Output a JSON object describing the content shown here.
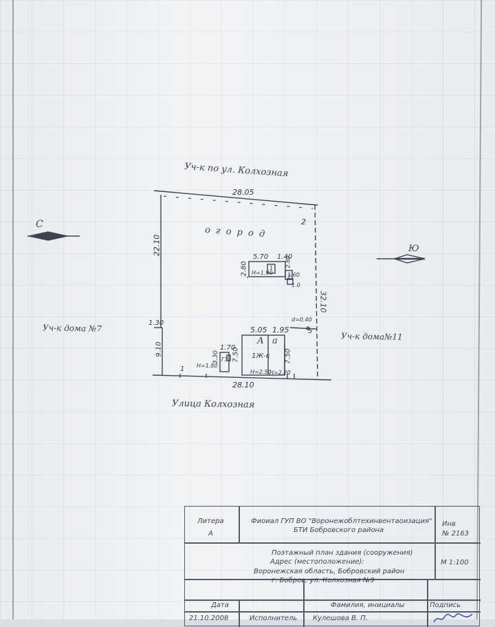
{
  "plan": {
    "top_label": "Уч-к по ул. Колхозная",
    "bottom_label": "Улица Колхозная",
    "left_label": "Уч-к дома №7",
    "right_label": "Уч-к дома№11",
    "north": "С",
    "south": "Ю",
    "garden": "о г о р о д",
    "dim_top": "28.05",
    "dim_bottom": "28.10",
    "dim_left_upper": "22.10",
    "dim_left_step": "1.30",
    "dim_left_lower": "9.10",
    "dim_right": "32.10",
    "num_2": "2",
    "num_1": "1",
    "num_5": "5",
    "d_note": "d=0.40",
    "shed": {
      "w1": "5.70",
      "w2": "1.40",
      "h_left": "2.80",
      "h_inner": "2.80",
      "h_small": "1.60",
      "h_note": "H=1.90",
      "bottom": "1.0",
      "label_1": "1",
      "label_2": "2"
    },
    "house": {
      "w1": "5.05",
      "w2": "1.95",
      "h_left": "7.50",
      "h_right": "7.50",
      "letter_A": "А",
      "letter_a": "а",
      "type": "1Ж-к",
      "h_note": "H=2.50",
      "h_note2": "H=2.20"
    },
    "garage": {
      "w": "1.70",
      "h": "3.30",
      "label": "Г3",
      "h_note": "H=1.80"
    }
  },
  "stamp": {
    "litera_label": "Литера",
    "litera_value": "А",
    "org_line1": "Фиоиал ГУП ВО \"Воронежоблтехинвентаоизация\"",
    "org_line2": "БТИ Бобровского района",
    "inv_label": "Инв",
    "inv_value": "№ 2163",
    "title_line1": "Поэтажный план здания (сооружения)",
    "title_line2": "Адрес (местоположение):",
    "title_line3": "Воронежская область, Бобровский район",
    "title_line4": "г. Бобров, ул. Колхозная №9",
    "scale": "М 1:100",
    "surname_label": "Фамилия, инициалы",
    "signature_label": "Подпись",
    "date_label": "Дата",
    "date_value": "21.10.2008",
    "executor_label": "Исполнитель",
    "executor_name": "Кулешова В. П."
  }
}
